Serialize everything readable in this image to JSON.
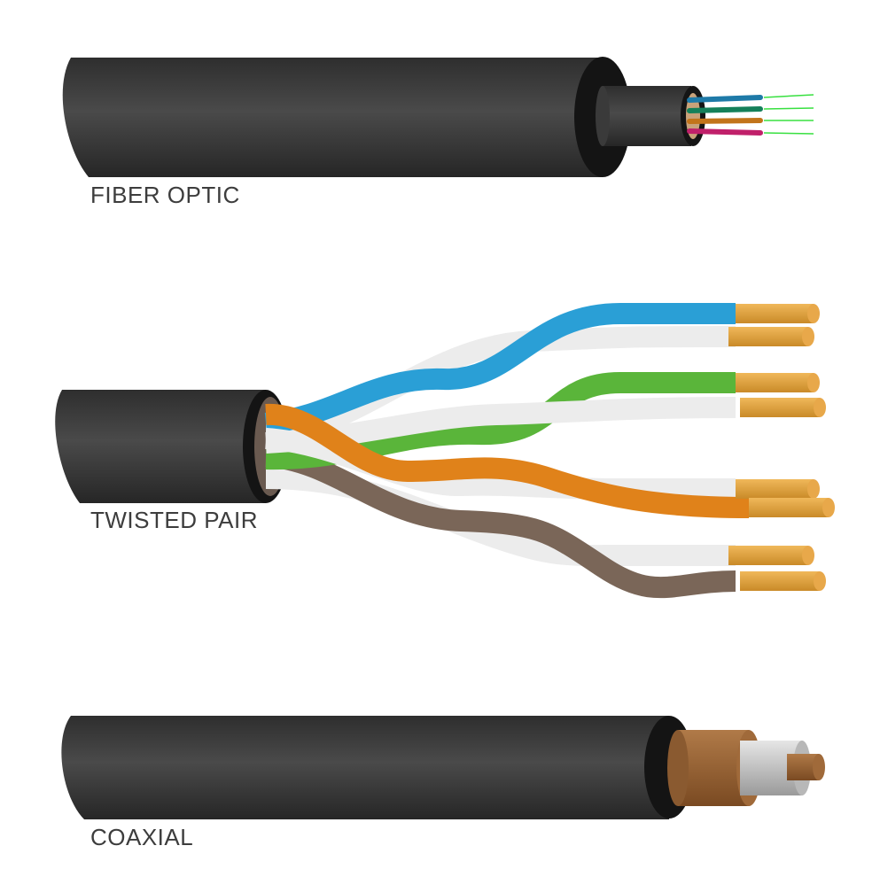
{
  "labels": {
    "fiber_optic": "FIBER OPTIC",
    "twisted_pair": "TWISTED PAIR",
    "coaxial": "COAXIAL"
  },
  "colors": {
    "jacket": "#3a3a3a",
    "copper": "#e0a040",
    "blue": "#2a9fd6",
    "green": "#5ab53a",
    "orange": "#e0821a",
    "brown": "#7a6658",
    "white_wire": "#ececec",
    "fiber_light": "#38e040"
  }
}
